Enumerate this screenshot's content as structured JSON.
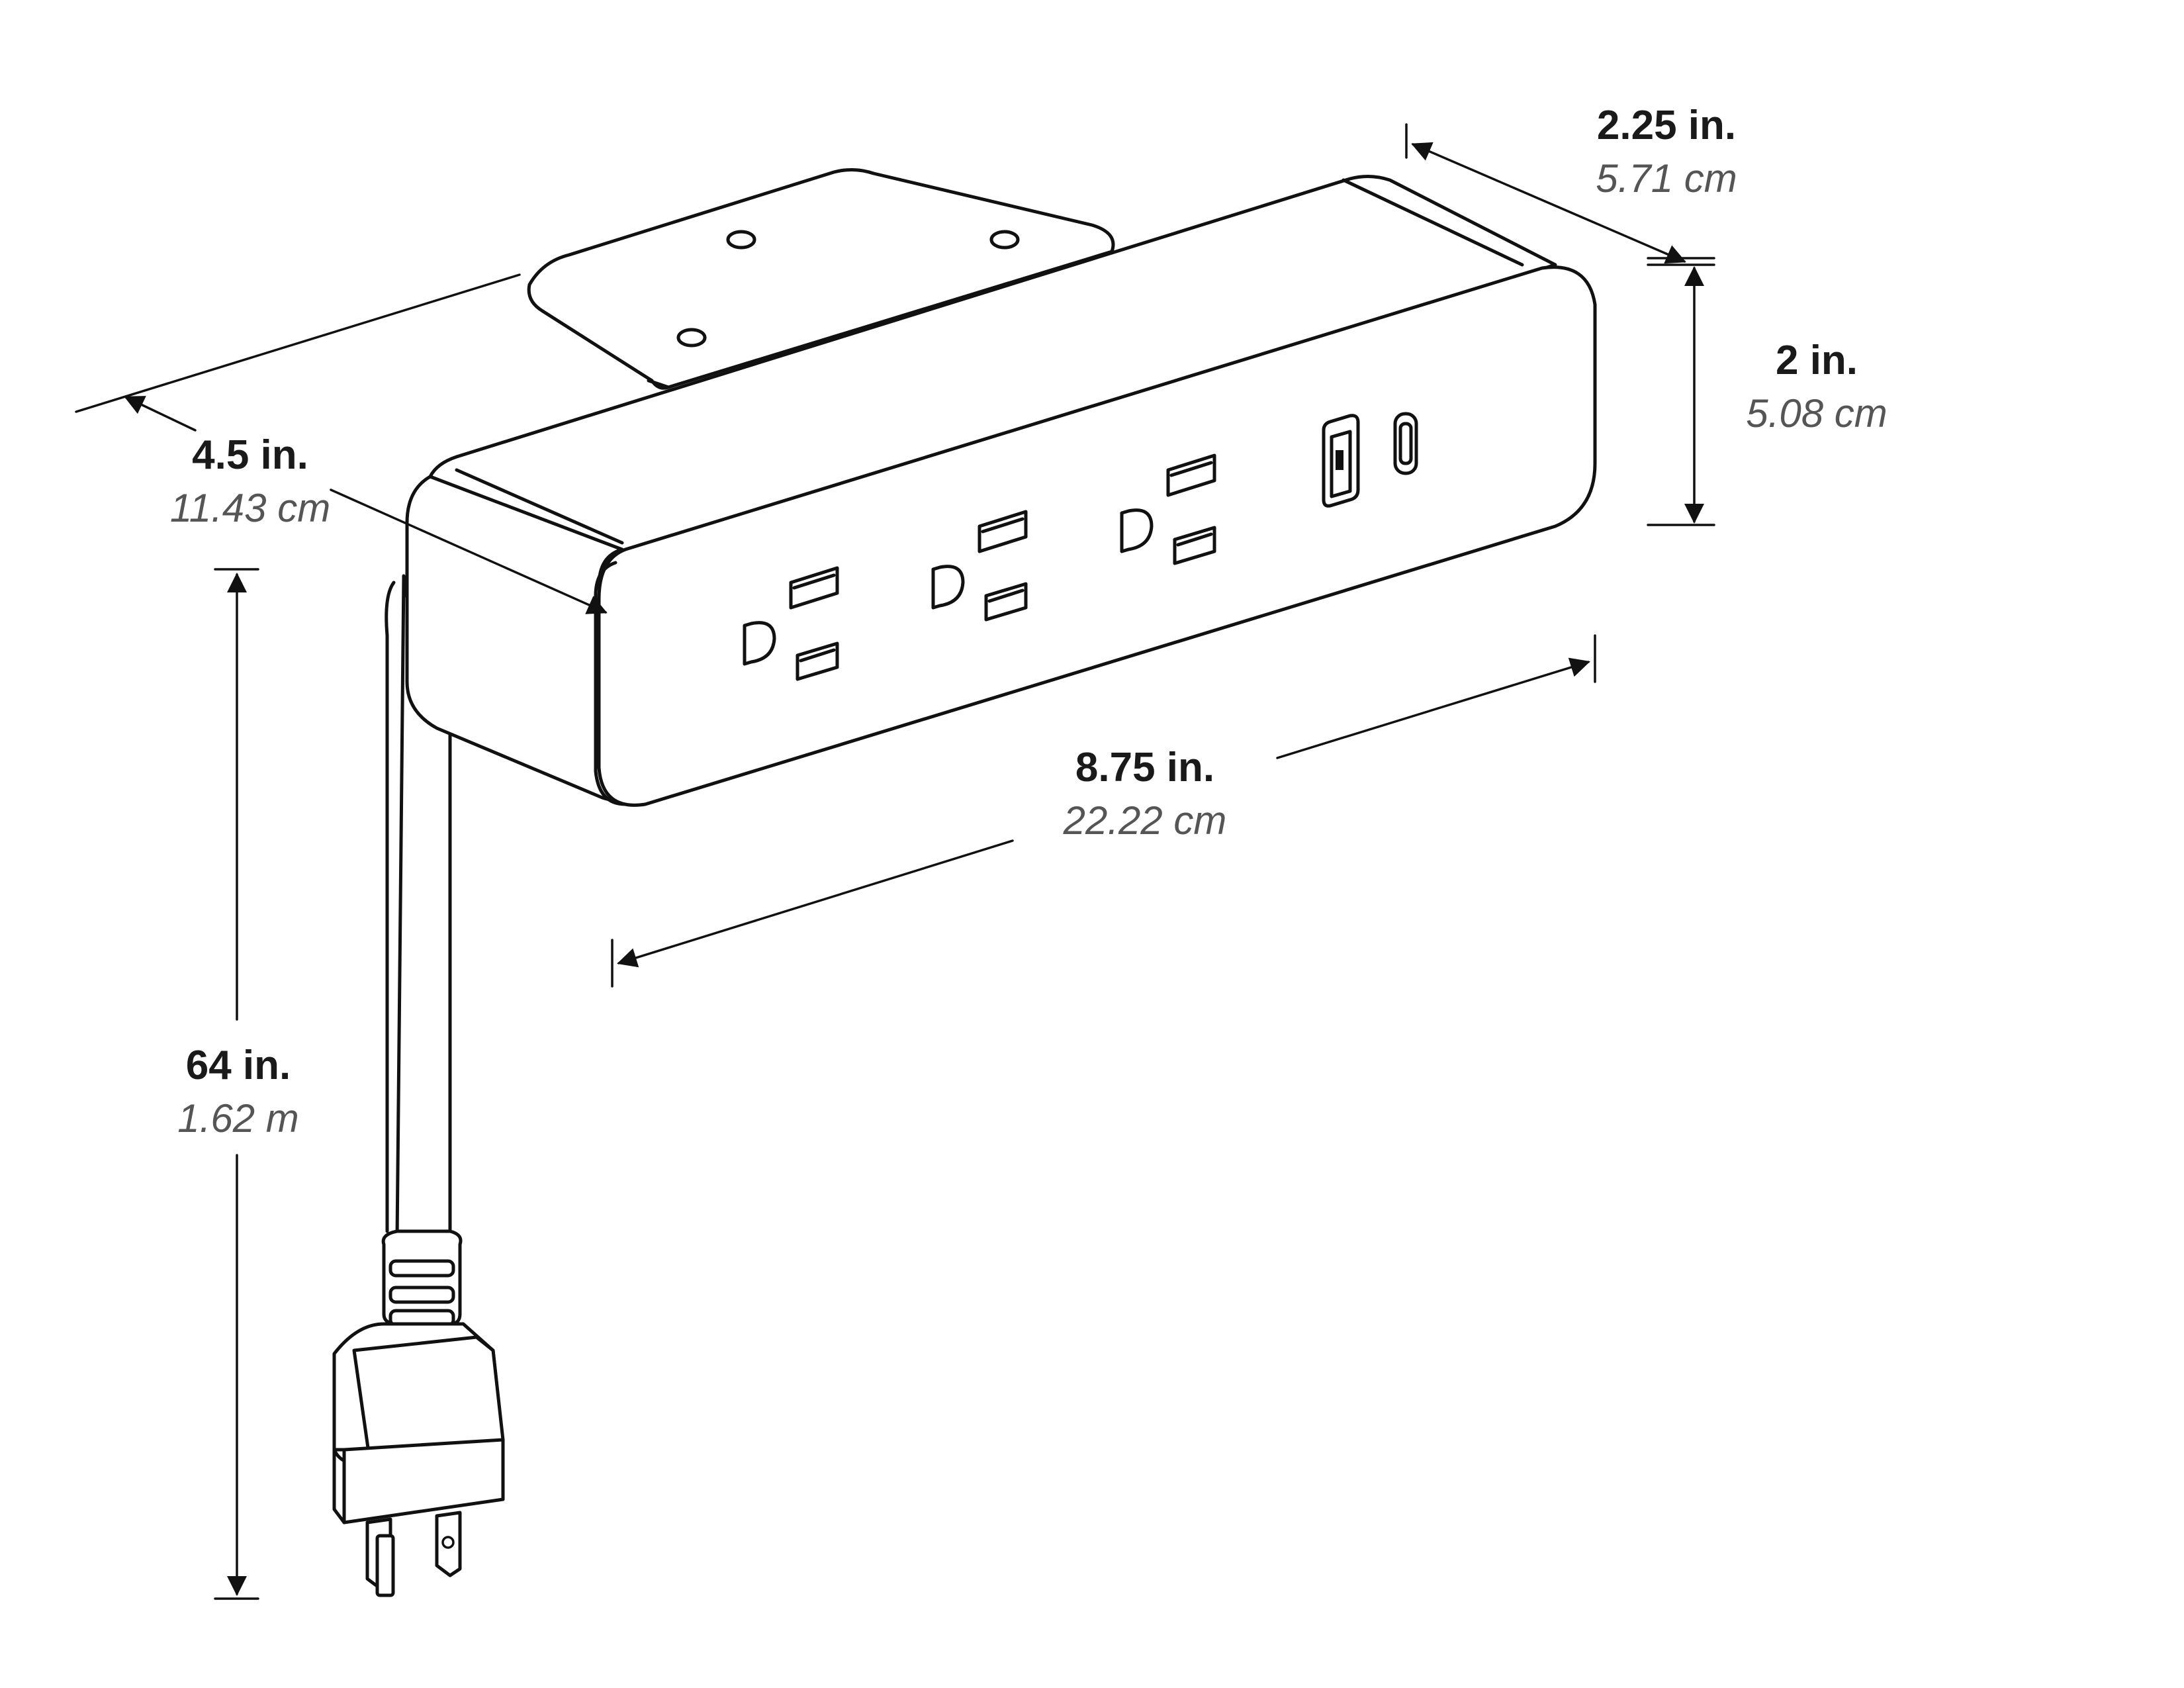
{
  "dimensions": {
    "depth": {
      "imperial": "2.25 in.",
      "metric": "5.71 cm"
    },
    "height": {
      "imperial": "2 in.",
      "metric": "5.08 cm"
    },
    "width_side": {
      "imperial": "4.5 in.",
      "metric": "11.43 cm"
    },
    "length": {
      "imperial": "8.75 in.",
      "metric": "22.22 cm"
    },
    "cord": {
      "imperial": "64 in.",
      "metric": "1.62 m"
    }
  },
  "product": {
    "ac_outlets": 3,
    "usb_a_ports": 1,
    "usb_c_ports": 1
  }
}
